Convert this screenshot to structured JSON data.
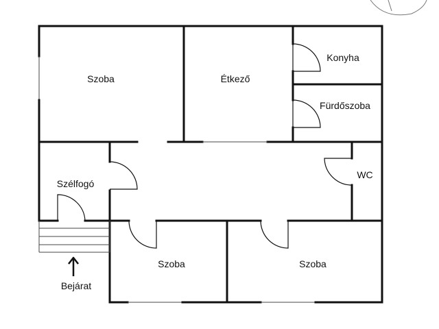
{
  "rooms": {
    "szoba_top_left": "Szoba",
    "etkezo": "Étkező",
    "konyha": "Konyha",
    "furdoszoba": "Fürdőszoba",
    "wc": "WC",
    "szelfogo": "Szélfogó",
    "szoba_bottom_middle": "Szoba",
    "szoba_bottom_right": "Szoba"
  },
  "entrance": {
    "label": "Bejárat"
  }
}
